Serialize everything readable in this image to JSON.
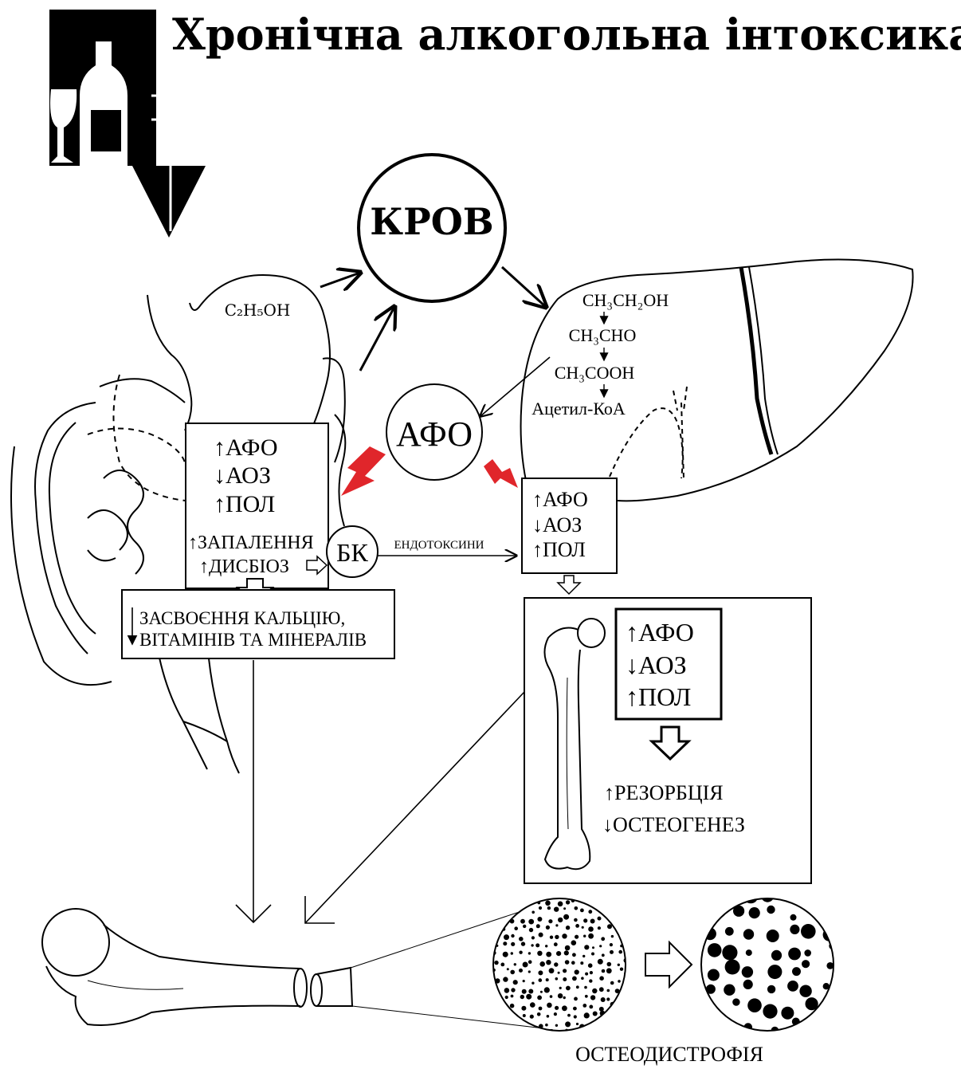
{
  "title": "Хронічна алкогольна інтоксикація",
  "blood": "КРОВ",
  "stomach_label": "C₂H₅OH",
  "afo_center": "АФО",
  "bk": "БК",
  "endotoxins": "ЕНДОТОКСИНИ",
  "liver_metabolism": [
    "CH₃CH₂OH",
    "CH₃CHO",
    "CH₃COOH",
    "Ацетил-КоА"
  ],
  "gut_box": [
    "↑АФО",
    "↓АОЗ",
    "↑ПОЛ",
    "↑ЗАПАЛЕННЯ",
    "↑ДИСБІОЗ"
  ],
  "absorption_box": [
    "ЗАСВОЄННЯ КАЛЬЦІЮ,",
    "ВІТАМІНІВ ТА МІНЕРАЛІВ"
  ],
  "liver_box": [
    "↑АФО",
    "↓АОЗ",
    "↑ПОЛ"
  ],
  "bone_box": [
    "↑АФО",
    "↓АОЗ",
    "↑ПОЛ"
  ],
  "bone_effects": [
    "↑РЕЗОРБЦІЯ",
    "↓ОСТЕОГЕНЕЗ"
  ],
  "osteodystrophy": "ОСТЕОДИСТРОФІЯ",
  "colors": {
    "ink": "#000000",
    "lightning": "#e0262b",
    "paper": "#ffffff"
  }
}
